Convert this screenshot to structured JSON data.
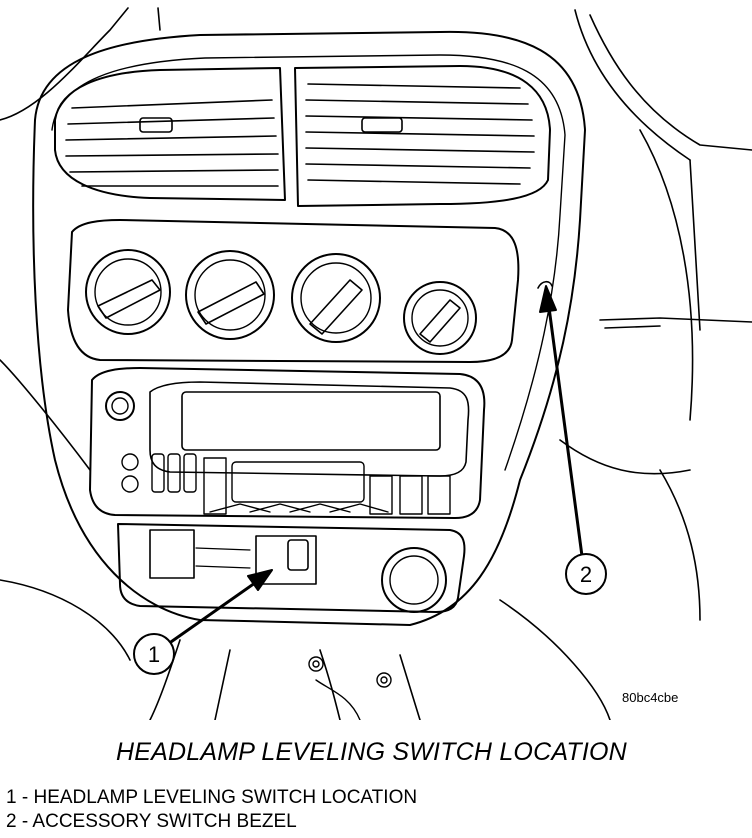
{
  "figure": {
    "ref_code": "80bc4cbe",
    "title": "HEADLAMP LEVELING SWITCH LOCATION",
    "callouts": [
      {
        "number": "1",
        "label": "HEADLAMP LEVELING SWITCH LOCATION"
      },
      {
        "number": "2",
        "label": "ACCESSORY SWITCH BEZEL"
      }
    ]
  },
  "legend": {
    "item1_num": "1",
    "item1_label": "HEADLAMP LEVELING SWITCH LOCATION",
    "item2_num": "2",
    "item2_label": "ACCESSORY SWITCH BEZEL",
    "separator": " - "
  }
}
